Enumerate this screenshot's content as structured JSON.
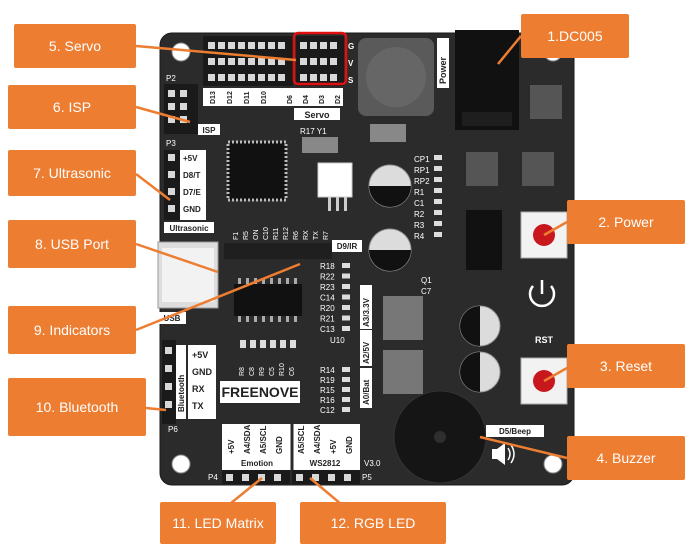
{
  "callouts": [
    {
      "id": "dc005",
      "label": "1.DC005"
    },
    {
      "id": "power",
      "label": "2. Power"
    },
    {
      "id": "reset",
      "label": "3. Reset"
    },
    {
      "id": "buzzer",
      "label": "4. Buzzer"
    },
    {
      "id": "servo",
      "label": "5. Servo"
    },
    {
      "id": "isp",
      "label": "6. ISP"
    },
    {
      "id": "ultrasonic",
      "label": "7. Ultrasonic"
    },
    {
      "id": "usb",
      "label": "8. USB Port"
    },
    {
      "id": "indicators",
      "label": "9. Indicators"
    },
    {
      "id": "bluetooth",
      "label": "10. Bluetooth"
    },
    {
      "id": "ledmatrix",
      "label": "11. LED Matrix"
    },
    {
      "id": "rgbled",
      "label": "12. RGB LED"
    }
  ],
  "board": {
    "brand": "FREENOVE",
    "version": "V3.0",
    "servo_header": {
      "title": "Servo",
      "pins": [
        "D13",
        "D12",
        "D11",
        "D10",
        "D6",
        "D4",
        "D3",
        "D2"
      ],
      "rows": [
        "G",
        "V",
        "S"
      ]
    },
    "power_label": "Power",
    "p2": "P2",
    "isp": "ISP",
    "p3": "P3",
    "ultrasonic_pins": [
      "+5V",
      "D8/T",
      "D7/E",
      "GND"
    ],
    "ultrasonic_title": "Ultrasonic",
    "usb_label": "USB",
    "indicator_labels": [
      "F1",
      "R5",
      "ON",
      "C10",
      "R11",
      "R12",
      "R6",
      "RX",
      "TX",
      "R7"
    ],
    "d9ir": "D9/IR",
    "r17y1": "R17 Y1",
    "right_components": [
      "CP1",
      "RP1",
      "RP2",
      "R1",
      "C1",
      "R2",
      "R3",
      "R4"
    ],
    "q1": "Q1",
    "c7": "C7",
    "mid_components": [
      "R18",
      "R22",
      "R23",
      "C14",
      "R20",
      "R21",
      "C13"
    ],
    "u10": "U10",
    "low_components": [
      "R14",
      "R19",
      "R15",
      "R16",
      "C12"
    ],
    "small_components": [
      "R8",
      "C8",
      "R9",
      "C5",
      "R10",
      "C6"
    ],
    "a3": "A3/3.3V",
    "a2": "A2/5V",
    "a0": "A0/Bat",
    "rst": "RST",
    "bluetooth_pins": [
      "+5V",
      "GND",
      "RX",
      "TX"
    ],
    "bluetooth_title": "Bluetooth",
    "p6": "P6",
    "emotion_pins": [
      "+5V",
      "A4/SDA",
      "A5/SCL",
      "GND"
    ],
    "emotion_title": "Emotion",
    "ws_pins": [
      "A5/SCL",
      "A4/SDA",
      "+5V",
      "GND"
    ],
    "ws_title": "WS2812",
    "p4": "P4",
    "p5": "P5",
    "beep": "D5/Beep",
    "sound_icon": "speaker-icon",
    "power_icon": "power-symbol-icon"
  },
  "colors": {
    "callout": "#ed7d31",
    "pcb": "#2b2b2b",
    "highlight": "#e01010",
    "button": "#c8171d"
  }
}
